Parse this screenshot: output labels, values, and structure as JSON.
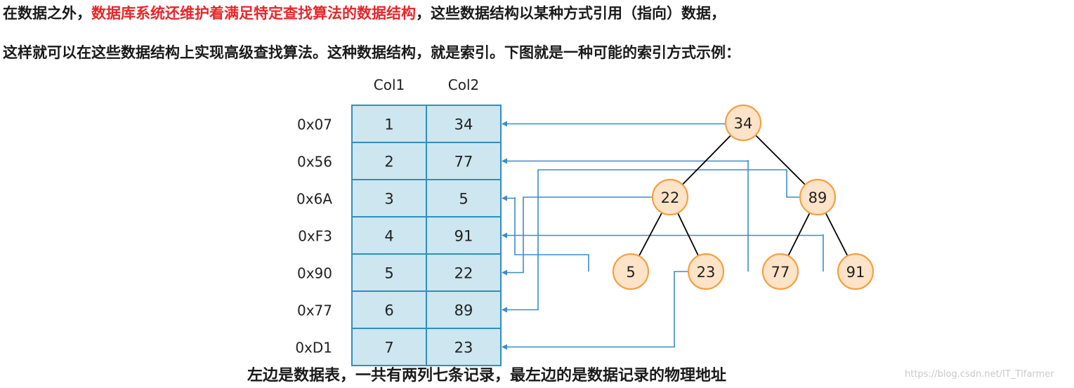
{
  "intro": {
    "line1_prefix": "在数据之外，",
    "line1_highlight": "数据库系统还维护着满足特定查找算法的数据结构",
    "line1_suffix": "，这些数据结构以某种方式引用（指向）数据，",
    "line2": "这样就可以在这些数据结构上实现高级查找算法。这种数据结构，就是索引。下图就是一种可能的索引方式示例："
  },
  "colors": {
    "cell_fill": "#cde6f0",
    "cell_border": "#2f8fbe",
    "node_fill": "#fde3c8",
    "node_border": "#f5a040",
    "pointer_line": "#3b8cc8",
    "tree_edge": "#000000",
    "highlight_text": "#e8262a"
  },
  "table": {
    "headers": [
      "Col1",
      "Col2"
    ],
    "rows": [
      {
        "addr": "0x07",
        "col1": "1",
        "col2": "34"
      },
      {
        "addr": "0x56",
        "col1": "2",
        "col2": "77"
      },
      {
        "addr": "0x6A",
        "col1": "3",
        "col2": "5"
      },
      {
        "addr": "0xF3",
        "col1": "4",
        "col2": "91"
      },
      {
        "addr": "0x90",
        "col1": "5",
        "col2": "22"
      },
      {
        "addr": "0x77",
        "col1": "6",
        "col2": "89"
      },
      {
        "addr": "0xD1",
        "col1": "7",
        "col2": "23"
      }
    ]
  },
  "tree": {
    "nodes": [
      {
        "key": "34",
        "points_to_row": 0
      },
      {
        "key": "22",
        "points_to_row": 4
      },
      {
        "key": "89",
        "points_to_row": 5
      },
      {
        "key": "5",
        "points_to_row": 2
      },
      {
        "key": "23",
        "points_to_row": 6
      },
      {
        "key": "77",
        "points_to_row": 1
      },
      {
        "key": "91",
        "points_to_row": 3
      }
    ],
    "edges": [
      [
        "34",
        "22"
      ],
      [
        "34",
        "89"
      ],
      [
        "22",
        "5"
      ],
      [
        "22",
        "23"
      ],
      [
        "89",
        "77"
      ],
      [
        "89",
        "91"
      ]
    ]
  },
  "caption": "左边是数据表，一共有两列七条记录，最左边的是数据记录的物理地址",
  "watermark": "https://blog.csdn.net/IT_Tlfarmer"
}
